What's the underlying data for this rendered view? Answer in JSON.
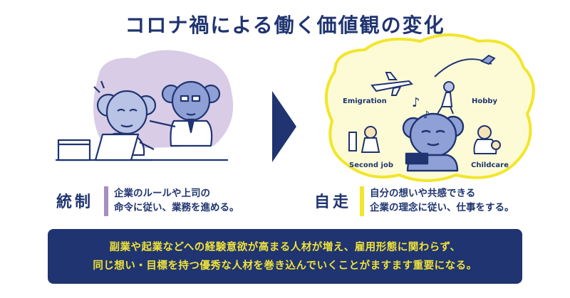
{
  "title": "コロナ禍による働く価値観の変化",
  "colors": {
    "navy": "#1f3470",
    "purple_accent": "#a78ec0",
    "lavender_bg": "#d9cce6",
    "yellow_accent": "#f2e62a",
    "yellow_bg": "#fdfbd6",
    "banner_text": "#f0e23a"
  },
  "left_panel": {
    "heading": "統制",
    "description_lines": [
      "企業のルールや上司の",
      "命令に従い、業務を進める。"
    ]
  },
  "right_panel": {
    "heading": "自走",
    "description_lines": [
      "自分の想いや共感できる",
      "企業の理念に従い、仕事をする。"
    ],
    "labels": {
      "emigration": "Emigration",
      "hobby": "Hobby",
      "second_job": "Second job",
      "childcare": "Childcare"
    }
  },
  "banner": {
    "lines": [
      "副業や起業などへの経験意欲が高まる人材が増え、雇用形態に関わらず、",
      "同じ想い・目標を持つ優秀な人材を巻き込んでいくことがますます重要になる。"
    ]
  }
}
